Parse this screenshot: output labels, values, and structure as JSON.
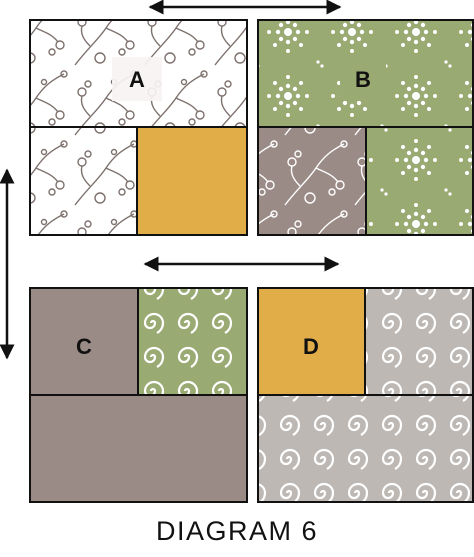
{
  "caption": "DIAGRAM 6",
  "blocks": [
    {
      "label": "A"
    },
    {
      "label": "B"
    },
    {
      "label": "C"
    },
    {
      "label": "D"
    }
  ],
  "colors": {
    "taupe": "#9a8b86",
    "green": "#9aaa73",
    "mustard": "#e1ad49",
    "gray_swirl": "#bdb8b4",
    "outline": "#111111",
    "print_line": "#7d716d"
  },
  "arrows": [
    {
      "name": "top-horizontal-arrow",
      "direction": "horizontal"
    },
    {
      "name": "middle-horizontal-arrow",
      "direction": "horizontal"
    },
    {
      "name": "left-vertical-arrow",
      "direction": "vertical"
    }
  ]
}
